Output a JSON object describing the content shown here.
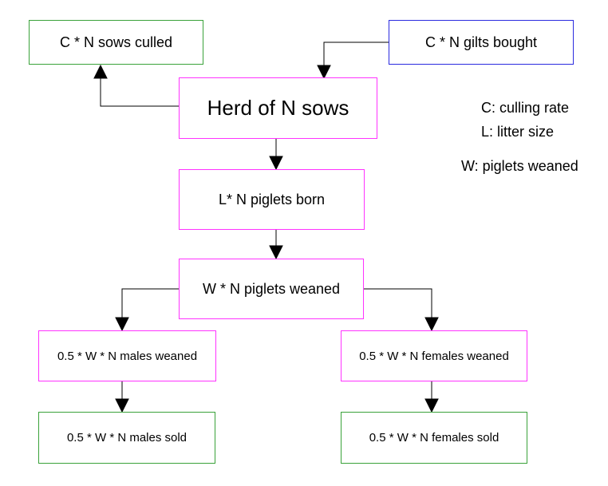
{
  "nodes": {
    "sows_culled": "C * N sows culled",
    "gilts_bought": "C * N gilts bought",
    "herd": "Herd of N sows",
    "piglets_born": "L* N piglets born",
    "piglets_weaned": "W * N piglets weaned",
    "males_weaned": "0.5 * W * N males weaned",
    "females_weaned": "0.5 * W * N females weaned",
    "males_sold": "0.5 * W * N males sold",
    "females_sold": "0.5 * W * N females sold"
  },
  "legend": {
    "culling": "C: culling rate",
    "litter": "L: litter size",
    "weaned": "W: piglets weaned"
  },
  "colors": {
    "source_sink_border": "#3aa23a",
    "input_border": "#2a2adf",
    "process_border": "#ff33ff",
    "arrow": "#000000"
  }
}
